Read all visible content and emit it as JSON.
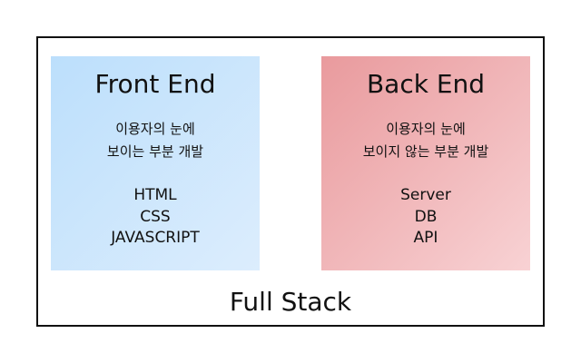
{
  "outer": {
    "label": "Full Stack"
  },
  "front": {
    "title": "Front End",
    "description": [
      "이용자의 눈에",
      "보이는 부분 개발"
    ],
    "tech": [
      "HTML",
      "CSS",
      "JAVASCRIPT"
    ],
    "color_start": "#bcdffc",
    "color_end": "#dcedfd"
  },
  "back": {
    "title": "Back End",
    "description": [
      "이용자의 눈에",
      "보이지 않는 부분 개발"
    ],
    "tech": [
      "Server",
      "DB",
      "API"
    ],
    "color_start": "#e99a9d",
    "color_end": "#f8d2d4"
  }
}
